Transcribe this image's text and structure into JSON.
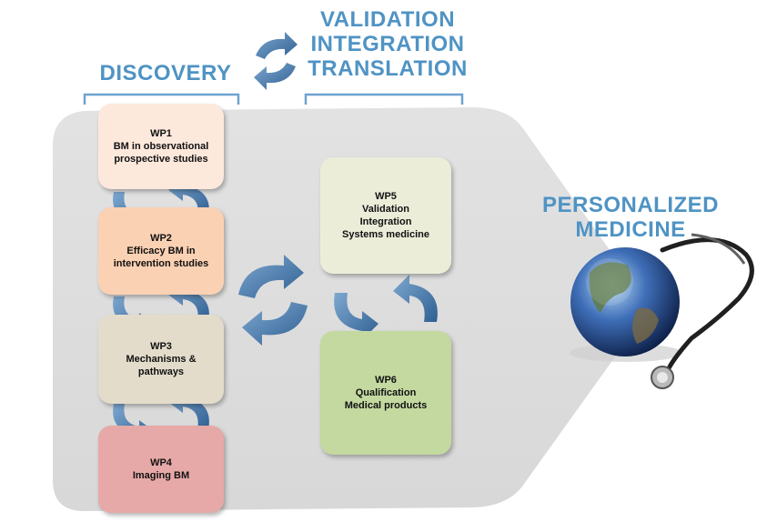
{
  "headings": {
    "discovery": "DISCOVERY",
    "validation": [
      "VALIDATION",
      "INTEGRATION",
      "TRANSLATION"
    ],
    "personalized": [
      "PERSONALIZED",
      "MEDICINE"
    ]
  },
  "work_packages": [
    {
      "id": "WP1",
      "lines": [
        "BM in observational",
        "prospective studies"
      ],
      "color": "#fde8dc"
    },
    {
      "id": "WP2",
      "lines": [
        "Efficacy BM in",
        "intervention studies"
      ],
      "color": "#fbd1b3"
    },
    {
      "id": "WP3",
      "lines": [
        "Mechanisms &",
        "pathways"
      ],
      "color": "#e3dccb"
    },
    {
      "id": "WP4",
      "lines": [
        "Imaging BM"
      ],
      "color": "#e6a9a8"
    },
    {
      "id": "WP5",
      "lines": [
        "Validation",
        "Integration",
        "Systems medicine"
      ],
      "color": "#ebedd9"
    },
    {
      "id": "WP6",
      "lines": [
        "Qualification",
        "Medical products"
      ],
      "color": "#c3d9a0"
    }
  ],
  "colors": {
    "heading": "#4f93c4",
    "panel": "#dedede",
    "arrow": "#4a7fb0",
    "bracket": "#6ea3cf"
  },
  "icons": [
    "cycle-arrows-icon",
    "globe-stethoscope-icon"
  ]
}
